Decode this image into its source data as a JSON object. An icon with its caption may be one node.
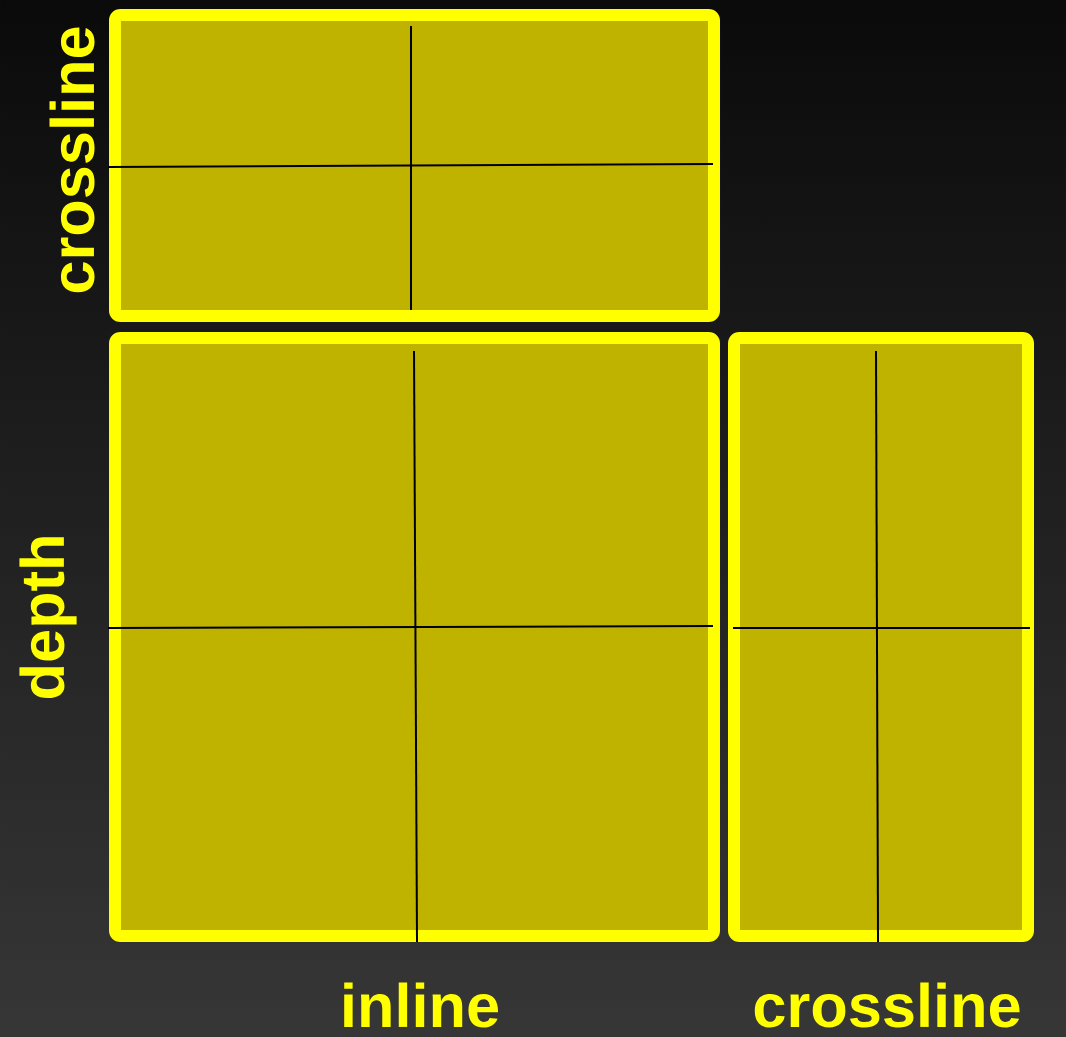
{
  "diagram": {
    "labels": [
      "crossline",
      "depth",
      "inline",
      "crossline"
    ]
  }
}
